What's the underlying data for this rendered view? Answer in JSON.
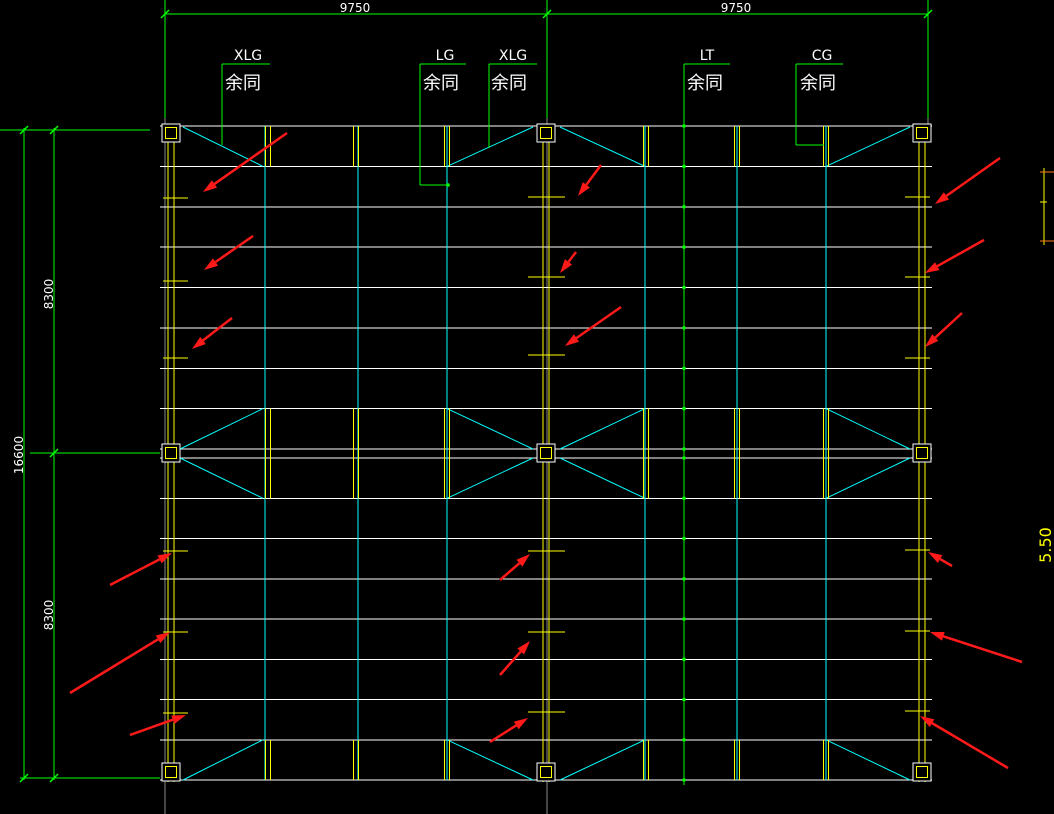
{
  "drawing": {
    "colors": {
      "background": "#000000",
      "dimension_line": "#00ff00",
      "text": "#ffffff",
      "column": "#ffff00",
      "purlin": "#ffffff",
      "bracing": "#00ffff",
      "tie_rod": "#00ff00",
      "arrow": "#ff1a1a",
      "elevation_text": "#ffff00",
      "axis": "#8a8a8a",
      "edge_detail": "#ff7a1a"
    }
  },
  "dimensions": {
    "top": [
      "9750",
      "9750"
    ],
    "left_segments": [
      "8300",
      "8300"
    ],
    "left_total": "16600"
  },
  "member_labels": [
    {
      "code": "XLG",
      "note": "余同"
    },
    {
      "code": "LG",
      "note": "余同"
    },
    {
      "code": "XLG",
      "note": "余同"
    },
    {
      "code": "LT",
      "note": "余同"
    },
    {
      "code": "CG",
      "note": "余同"
    }
  ],
  "elevation_mark": "5.50"
}
